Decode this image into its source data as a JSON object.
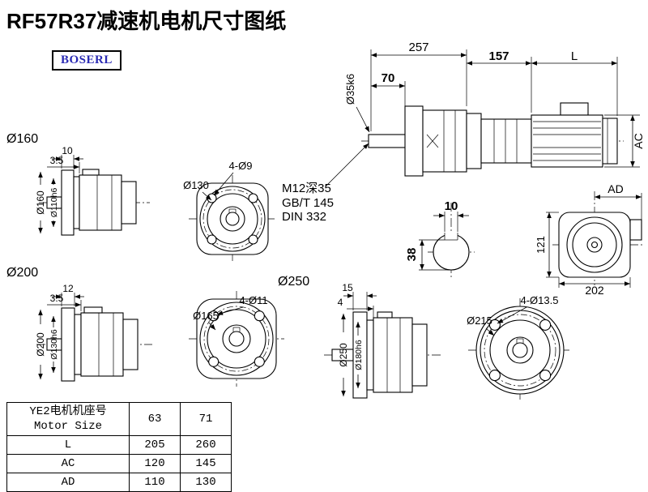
{
  "page": {
    "title": "RF57R37减速机电机尺寸图纸",
    "logo": "BOSERL"
  },
  "main_view": {
    "dim_total": "257",
    "dim_mid": "157",
    "dim_motor": "L",
    "dim_shaft_len": "70",
    "shaft_dia": "Ø35k6",
    "dim_height": "AC"
  },
  "flange160": {
    "group_label": "Ø160",
    "dim_flange_width": "10",
    "dim_step": "3.5",
    "dia_outer": "Ø160",
    "dia_spigot": "Ø110h6"
  },
  "face130": {
    "holes": "4-Ø9",
    "bolt_circle": "Ø130"
  },
  "notes": {
    "tapped_hole": "M12深35",
    "standard1": "GB/T 145",
    "standard2": "DIN 332"
  },
  "shaft_section": {
    "key_width": "10",
    "height": "38"
  },
  "rear_view": {
    "dim_ad": "AD",
    "dim_side": "121",
    "dim_width": "202"
  },
  "flange200": {
    "group_label": "Ø200",
    "dim_flange_width": "12",
    "dim_step": "3.5",
    "dia_outer": "Ø200",
    "dia_spigot": "Ø130h6"
  },
  "face165": {
    "group_label": "Ø250",
    "holes": "4-Ø11",
    "bolt_circle": "Ø165"
  },
  "flange250": {
    "dim_flange_width": "15",
    "dim_step": "4",
    "dia_outer": "Ø250",
    "dia_spigot": "Ø180h6"
  },
  "face215": {
    "holes": "4-Ø13.5",
    "bolt_circle": "Ø215"
  },
  "spec_table": {
    "header": {
      "name_cn": "YE2电机机座号",
      "name_en": "Motor Size",
      "size1": "63",
      "size2": "71"
    },
    "rows": [
      {
        "label": "L",
        "v1": "205",
        "v2": "260"
      },
      {
        "label": "AC",
        "v1": "120",
        "v2": "145"
      },
      {
        "label": "AD",
        "v1": "110",
        "v2": "130"
      }
    ]
  }
}
